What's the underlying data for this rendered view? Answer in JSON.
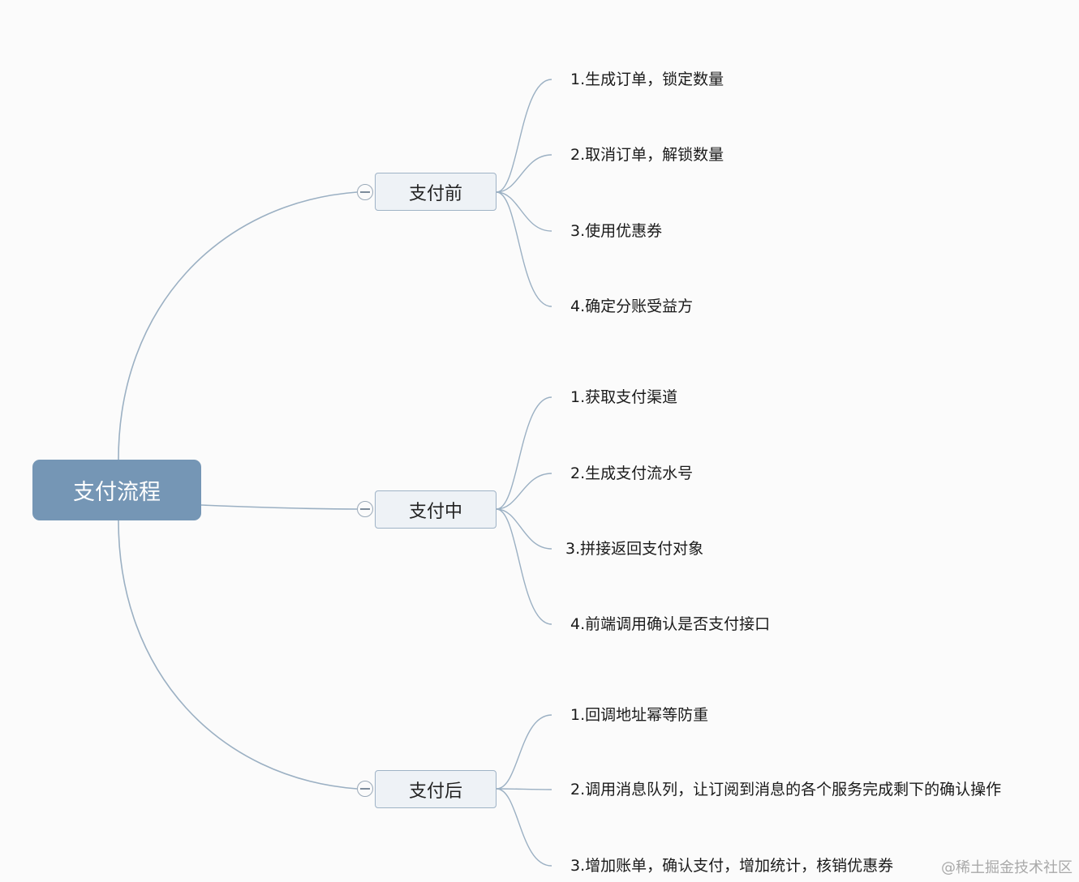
{
  "root": {
    "label": "支付流程"
  },
  "branches": [
    {
      "label": "支付前",
      "children": [
        "1.生成订单，锁定数量",
        "2.取消订单，解锁数量",
        "3.使用优惠券",
        "4.确定分账受益方"
      ]
    },
    {
      "label": "支付中",
      "children": [
        "1.获取支付渠道",
        "2.生成支付流水号",
        "3.拼接返回支付对象",
        "4.前端调用确认是否支付接口"
      ]
    },
    {
      "label": "支付后",
      "children": [
        "1.回调地址幂等防重",
        "2.调用消息队列，让订阅到消息的各个服务完成剩下的确认操作",
        "3.增加账单，确认支付，增加统计，核销优惠券"
      ]
    }
  ],
  "watermark": "@稀土掘金技术社区",
  "colors": {
    "root_fill": "#7596b5",
    "branch_fill": "#eef2f6",
    "branch_border": "#9fb3c6",
    "connector": "#9bb0c3",
    "background": "#fbfbfb"
  }
}
